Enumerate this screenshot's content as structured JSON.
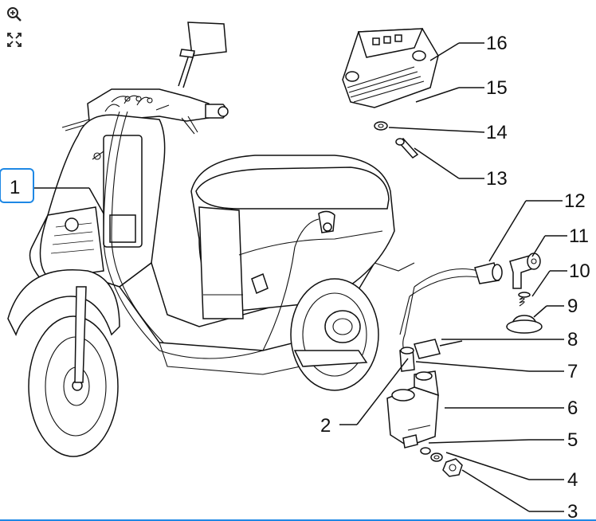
{
  "toolbar": {
    "zoom_icon": "zoom-in-icon",
    "fullscreen_icon": "fullscreen-icon"
  },
  "colors": {
    "highlight_border": "#1e88e5",
    "ink": "#111111"
  },
  "callouts": [
    {
      "id": "1",
      "label": "1",
      "highlighted": true
    },
    {
      "id": "2",
      "label": "2"
    },
    {
      "id": "3",
      "label": "3"
    },
    {
      "id": "4",
      "label": "4"
    },
    {
      "id": "5",
      "label": "5"
    },
    {
      "id": "6",
      "label": "6"
    },
    {
      "id": "7",
      "label": "7"
    },
    {
      "id": "8",
      "label": "8"
    },
    {
      "id": "9",
      "label": "9"
    },
    {
      "id": "10",
      "label": "10"
    },
    {
      "id": "11",
      "label": "11"
    },
    {
      "id": "12",
      "label": "12"
    },
    {
      "id": "13",
      "label": "13"
    },
    {
      "id": "14",
      "label": "14"
    },
    {
      "id": "15",
      "label": "15"
    },
    {
      "id": "16",
      "label": "16"
    }
  ]
}
